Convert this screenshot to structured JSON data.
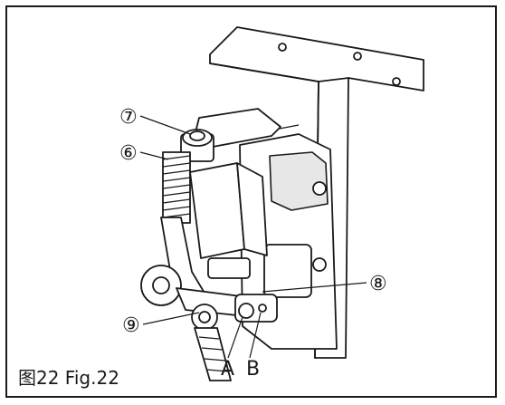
{
  "figure": {
    "caption": "图22 Fig.22",
    "labels": {
      "c7": "⑦",
      "c6": "⑥",
      "c8": "⑧",
      "c9": "⑨",
      "a": "A",
      "b": "B"
    }
  }
}
